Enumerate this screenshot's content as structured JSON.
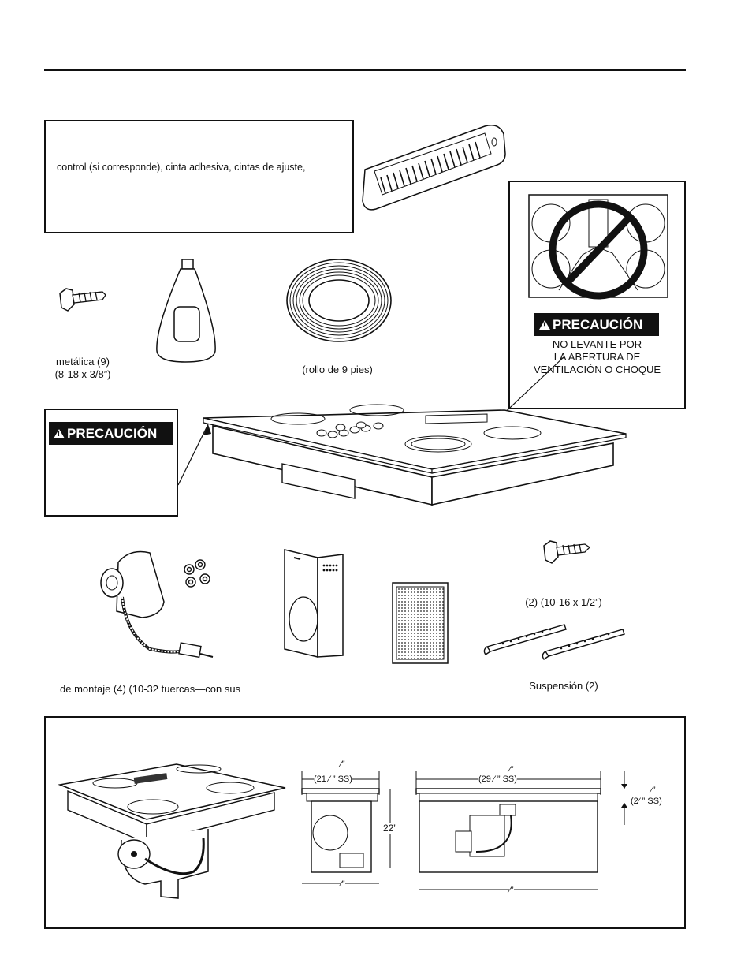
{
  "top_box": {
    "text": "control (si corresponde), cinta adhesiva, cintas de ajuste,"
  },
  "caution_right": {
    "badge": "PRECAUCIÓN",
    "lines": [
      "NO LEVANTE POR",
      "LA ABERTURA DE",
      "VENTILACIÓN O CHOQUE"
    ]
  },
  "caution_left": {
    "badge": "PRECAUCIÓN"
  },
  "parts": {
    "screw_top_lines": [
      "metálica (9)",
      "(8-18 x 3/8”)"
    ],
    "tape_roll": "(rollo de 9 pies)",
    "blower_nuts": "de montaje (4) (10-32 tuercas—con sus",
    "screw_right": "(2) (10-16 x 1/2”)",
    "suspension": "Suspensión (2)"
  },
  "dimensions": {
    "side_top_mark": "⁄”",
    "side_width": "(21 ⁄ ” SS)",
    "side_height": "22”",
    "side_bottom": "⁄”",
    "front_top_mark": "⁄”",
    "front_width": "(29 ⁄ ” SS)",
    "front_bottom": "⁄”",
    "depth_mark": "⁄”",
    "depth": "(2⁄ ” SS)"
  }
}
